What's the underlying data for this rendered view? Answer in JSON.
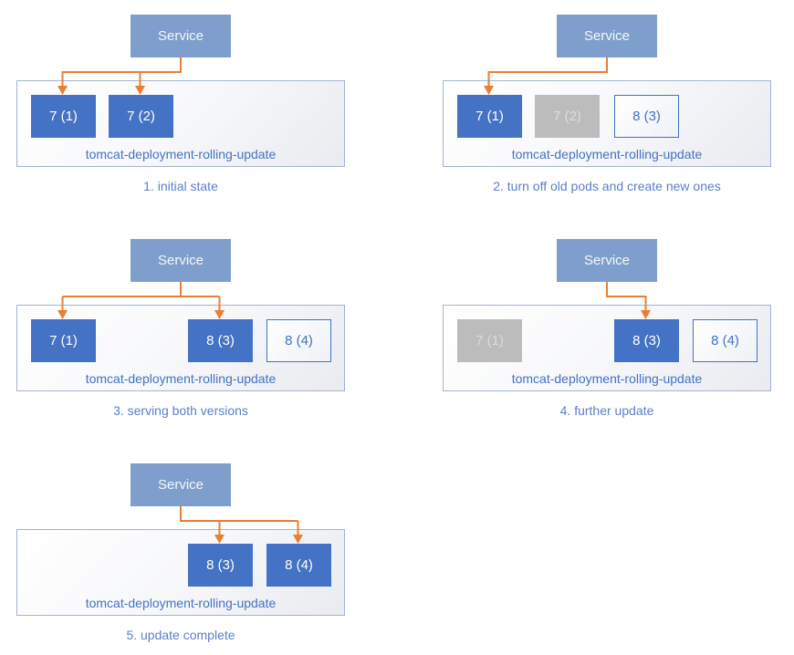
{
  "title": "kubernetes rolling update diagram",
  "service_label": "Service",
  "deployment_label": "tomcat-deployment-rolling-update",
  "colors": {
    "service_fill": "#7E9FCB",
    "pod_active_fill": "#4472C4",
    "pod_stopped_fill": "#BCBCBC",
    "pod_new_border": "#4472C4",
    "container_border": "#A3B3D3",
    "arrow": "#ED7D31",
    "deployment_label_text": "#4472C4",
    "caption_text": "#5B7FC9"
  },
  "panels": [
    {
      "caption": "1. initial state",
      "pods": [
        {
          "label": "7 (1)",
          "state": "active"
        },
        {
          "label": "7 (2)",
          "state": "active"
        }
      ]
    },
    {
      "caption": "2. turn off old pods and create new ones",
      "pods": [
        {
          "label": "7 (1)",
          "state": "active"
        },
        {
          "label": "7 (2)",
          "state": "stopped"
        },
        {
          "label": "8 (3)",
          "state": "new"
        }
      ]
    },
    {
      "caption": "3. serving both versions",
      "pods": [
        {
          "label": "7 (1)",
          "state": "active"
        },
        {
          "label": "8 (3)",
          "state": "active"
        },
        {
          "label": "8 (4)",
          "state": "new"
        }
      ]
    },
    {
      "caption": "4. further update",
      "pods": [
        {
          "label": "7 (1)",
          "state": "stopped"
        },
        {
          "label": "8 (3)",
          "state": "active"
        },
        {
          "label": "8 (4)",
          "state": "new"
        }
      ]
    },
    {
      "caption": "5. update complete",
      "pods": [
        {
          "label": "8 (3)",
          "state": "active"
        },
        {
          "label": "8 (4)",
          "state": "active"
        }
      ]
    }
  ]
}
